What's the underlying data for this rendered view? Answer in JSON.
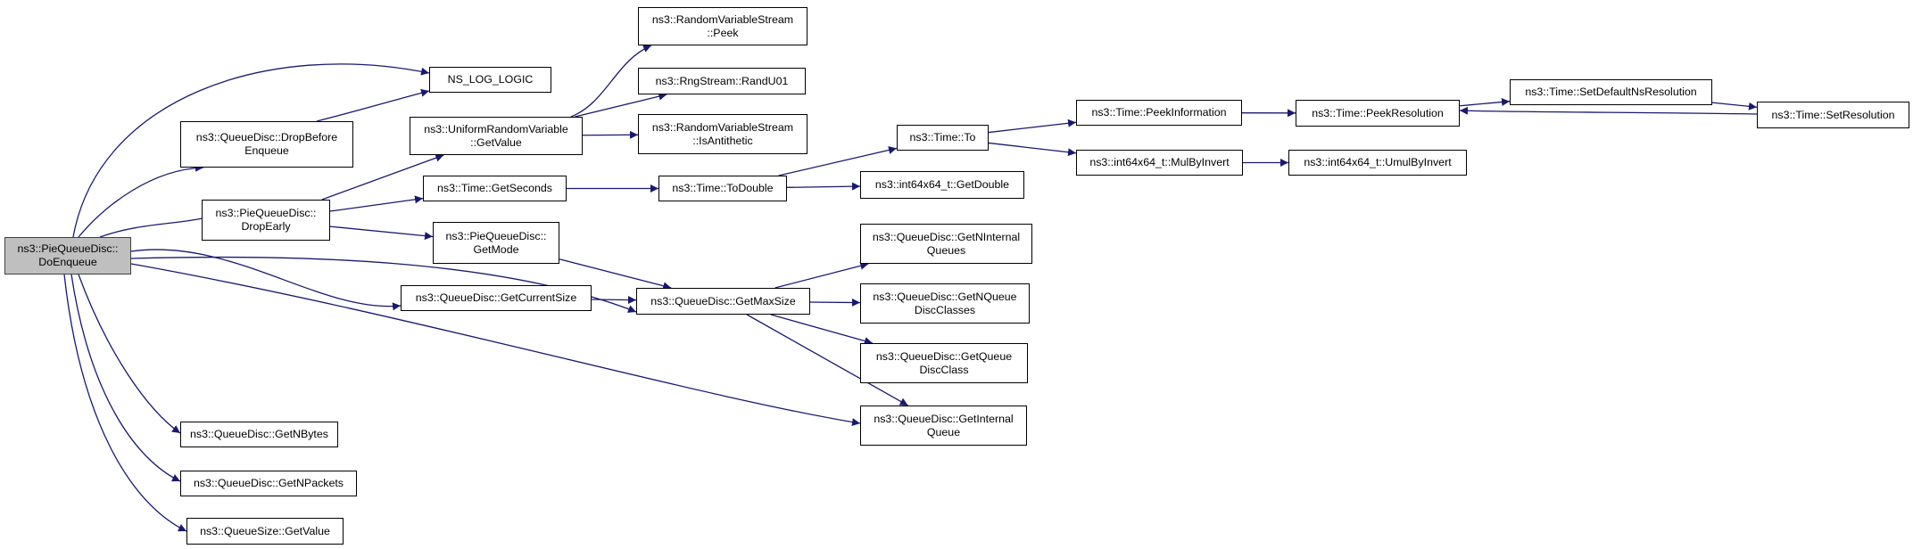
{
  "colors": {
    "edge": "#191970",
    "root_fill": "#bfbfbf",
    "node_fill": "#ffffff",
    "node_border": "#000000"
  },
  "nodes": {
    "do_enqueue": {
      "line1": "ns3::PieQueueDisc::",
      "line2": "DoEnqueue"
    },
    "ns_log_logic": {
      "line1": "NS_LOG_LOGIC"
    },
    "drop_before_enqueue": {
      "line1": "ns3::QueueDisc::DropBefore",
      "line2": "Enqueue"
    },
    "drop_early": {
      "line1": "ns3::PieQueueDisc::",
      "line2": "DropEarly"
    },
    "get_current_size": {
      "line1": "ns3::QueueDisc::GetCurrentSize"
    },
    "get_max_size": {
      "line1": "ns3::QueueDisc::GetMaxSize"
    },
    "get_internal_queue": {
      "line1": "ns3::QueueDisc::GetInternal",
      "line2": "Queue"
    },
    "get_nbytes": {
      "line1": "ns3::QueueDisc::GetNBytes"
    },
    "get_npackets": {
      "line1": "ns3::QueueDisc::GetNPackets"
    },
    "queue_size_get_value": {
      "line1": "ns3::QueueSize::GetValue"
    },
    "uniform_get_value": {
      "line1": "ns3::UniformRandomVariable",
      "line2": "::GetValue"
    },
    "time_get_seconds": {
      "line1": "ns3::Time::GetSeconds"
    },
    "pie_get_mode": {
      "line1": "ns3::PieQueueDisc::",
      "line2": "GetMode"
    },
    "rvs_peek": {
      "line1": "ns3::RandomVariableStream",
      "line2": "::Peek"
    },
    "rng_rand_u01": {
      "line1": "ns3::RngStream::RandU01"
    },
    "rvs_is_antithetic": {
      "line1": "ns3::RandomVariableStream",
      "line2": "::IsAntithetic"
    },
    "time_to_double": {
      "line1": "ns3::Time::ToDouble"
    },
    "time_to": {
      "line1": "ns3::Time::To"
    },
    "int64_get_double": {
      "line1": "ns3::int64x64_t::GetDouble"
    },
    "get_n_internal_queues": {
      "line1": "ns3::QueueDisc::GetNInternal",
      "line2": "Queues"
    },
    "get_n_queue_disc_classes": {
      "line1": "ns3::QueueDisc::GetNQueue",
      "line2": "DiscClasses"
    },
    "get_queue_disc_class": {
      "line1": "ns3::QueueDisc::GetQueue",
      "line2": "DiscClass"
    },
    "time_peek_information": {
      "line1": "ns3::Time::PeekInformation"
    },
    "int64_mul_by_invert": {
      "line1": "ns3::int64x64_t::MulByInvert"
    },
    "time_peek_resolution": {
      "line1": "ns3::Time::PeekResolution"
    },
    "int64_umul_by_invert": {
      "line1": "ns3::int64x64_t::UmulByInvert"
    },
    "time_set_default_ns_resolution": {
      "line1": "ns3::Time::SetDefaultNsResolution"
    },
    "time_set_resolution": {
      "line1": "ns3::Time::SetResolution"
    }
  },
  "edges": [
    [
      "do_enqueue",
      "ns_log_logic"
    ],
    [
      "do_enqueue",
      "drop_before_enqueue"
    ],
    [
      "do_enqueue",
      "drop_early"
    ],
    [
      "do_enqueue",
      "get_current_size"
    ],
    [
      "do_enqueue",
      "get_max_size"
    ],
    [
      "do_enqueue",
      "get_internal_queue"
    ],
    [
      "do_enqueue",
      "get_nbytes"
    ],
    [
      "do_enqueue",
      "get_npackets"
    ],
    [
      "do_enqueue",
      "queue_size_get_value"
    ],
    [
      "drop_before_enqueue",
      "ns_log_logic"
    ],
    [
      "drop_early",
      "uniform_get_value"
    ],
    [
      "drop_early",
      "time_get_seconds"
    ],
    [
      "drop_early",
      "pie_get_mode"
    ],
    [
      "uniform_get_value",
      "rvs_peek"
    ],
    [
      "uniform_get_value",
      "rng_rand_u01"
    ],
    [
      "uniform_get_value",
      "rvs_is_antithetic"
    ],
    [
      "time_get_seconds",
      "time_to_double"
    ],
    [
      "pie_get_mode",
      "get_max_size"
    ],
    [
      "get_current_size",
      "get_max_size"
    ],
    [
      "get_max_size",
      "get_n_internal_queues"
    ],
    [
      "get_max_size",
      "get_n_queue_disc_classes"
    ],
    [
      "get_max_size",
      "get_queue_disc_class"
    ],
    [
      "get_max_size",
      "get_internal_queue"
    ],
    [
      "time_to_double",
      "time_to"
    ],
    [
      "time_to_double",
      "int64_get_double"
    ],
    [
      "time_to",
      "time_peek_information"
    ],
    [
      "time_to",
      "int64_mul_by_invert"
    ],
    [
      "time_peek_information",
      "time_peek_resolution"
    ],
    [
      "int64_mul_by_invert",
      "int64_umul_by_invert"
    ],
    [
      "time_peek_resolution",
      "time_set_default_ns_resolution"
    ],
    [
      "time_set_default_ns_resolution",
      "time_set_resolution"
    ],
    [
      "time_set_resolution",
      "time_peek_resolution"
    ]
  ]
}
